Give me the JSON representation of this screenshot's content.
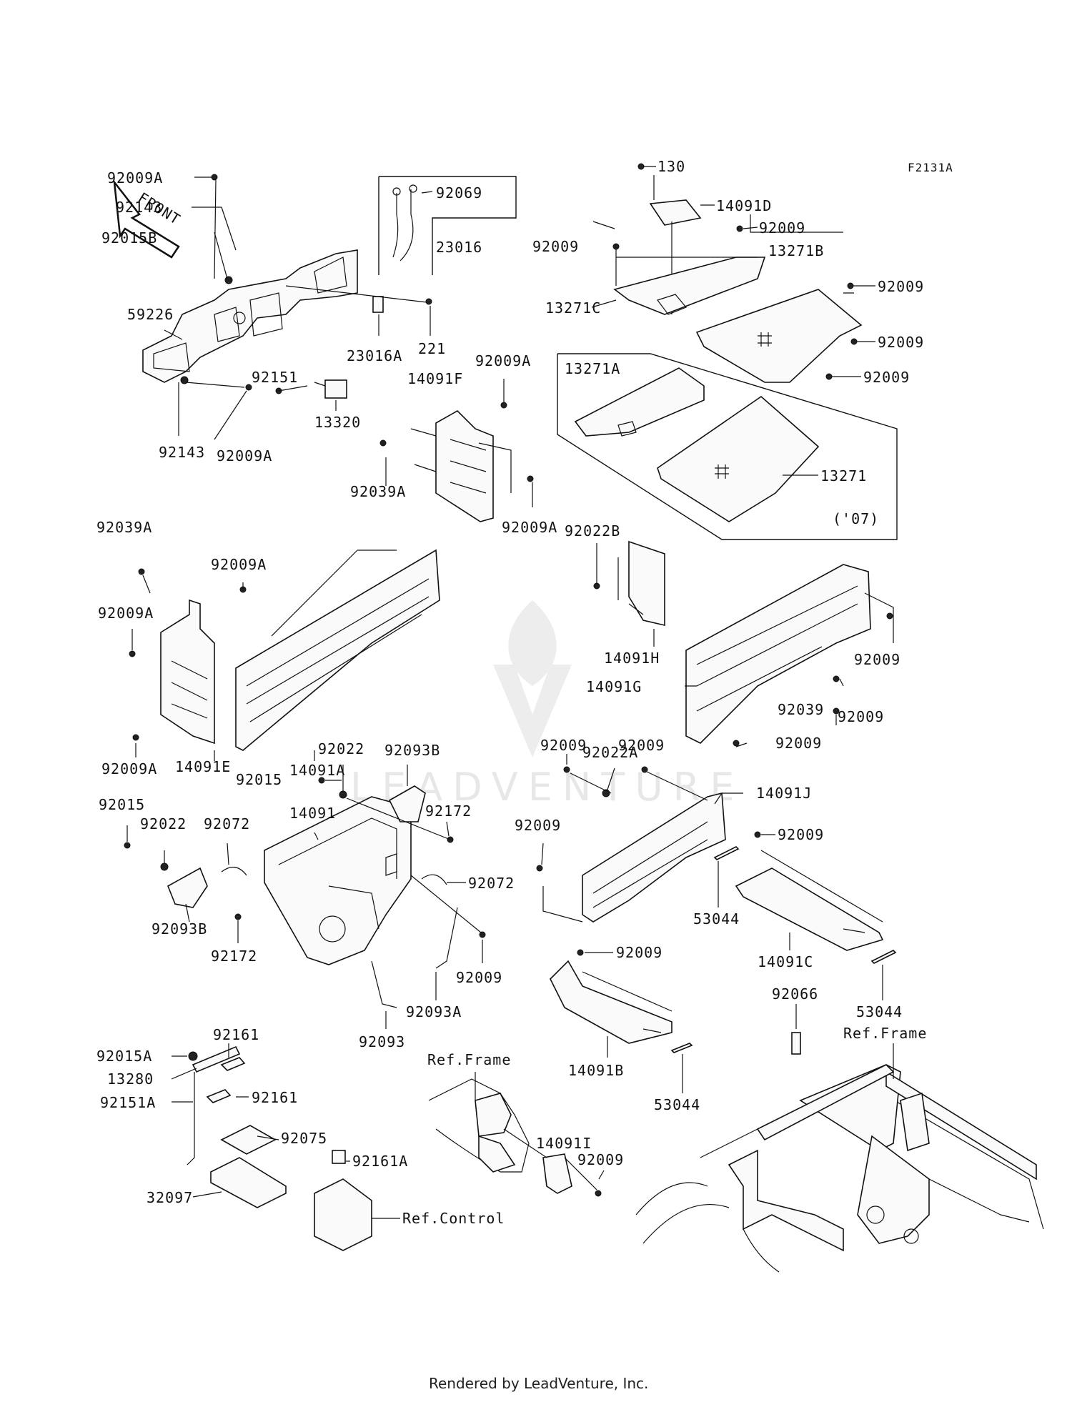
{
  "diagram": {
    "code": "F2131A",
    "front_arrow": "FRONT",
    "watermark": "LEADVENTURE",
    "footer": "Rendered by LeadVenture, Inc.",
    "year_note": "('07)",
    "labels": {
      "p92009A_1": "92009A",
      "p92143_1": "92143",
      "p92015B": "92015B",
      "p59226": "59226",
      "p92143_2": "92143",
      "p92009A_2": "92009A",
      "p92069": "92069",
      "p23016": "23016",
      "p23016A": "23016A",
      "p221": "221",
      "p92151": "92151",
      "p13320": "13320",
      "p92009A_3": "92009A",
      "p14091F": "14091F",
      "p92039A_1": "92039A",
      "p92009A_4": "92009A",
      "p130": "130",
      "p14091D": "14091D",
      "p92009_1": "92009",
      "p92009_2": "92009",
      "p13271B": "13271B",
      "p92009_3": "92009",
      "p13271C": "13271C",
      "p92009_4": "92009",
      "p92009_5": "92009",
      "p13271A": "13271A",
      "p13271": "13271",
      "p92039A_2": "92039A",
      "p92009A_5": "92009A",
      "p92009A_6": "92009A",
      "p14091A": "14091A",
      "p92009A_7": "92009A",
      "p14091E": "14091E",
      "p92022B": "92022B",
      "p14091H": "14091H",
      "p14091G": "14091G",
      "p92009_6": "92009",
      "p92039": "92039",
      "p92009_7": "92009",
      "p92009_8": "92009",
      "p92022_1": "92022",
      "p92093B_1": "92093B",
      "p92015_1": "92015",
      "p92172_1": "92172",
      "p92015_2": "92015",
      "p92022_2": "92022",
      "p92072_1": "92072",
      "p14091": "14091",
      "p92072_2": "92072",
      "p92093B_2": "92093B",
      "p92172_2": "92172",
      "p92009_9": "92009",
      "p92093A": "92093A",
      "p92093": "92093",
      "p92009_10": "92009",
      "p92022A": "92022A",
      "p92009_11": "92009",
      "p14091J": "14091J",
      "p92009_12": "92009",
      "p92009_13": "92009",
      "p53044_1": "53044",
      "p14091C": "14091C",
      "p53044_2": "53044",
      "p92009_14": "92009",
      "p14091B": "14091B",
      "p53044_3": "53044",
      "p92066": "92066",
      "p_ref_frame_1": "Ref.Frame",
      "p_ref_frame_2": "Ref.Frame",
      "p92015A": "92015A",
      "p92161_1": "92161",
      "p13280": "13280",
      "p92161_2": "92161",
      "p92151A": "92151A",
      "p92075": "92075",
      "p32097": "32097",
      "p92161A": "92161A",
      "p_ref_control": "Ref.Control",
      "p14091I": "14091I",
      "p92009_15": "92009"
    }
  }
}
